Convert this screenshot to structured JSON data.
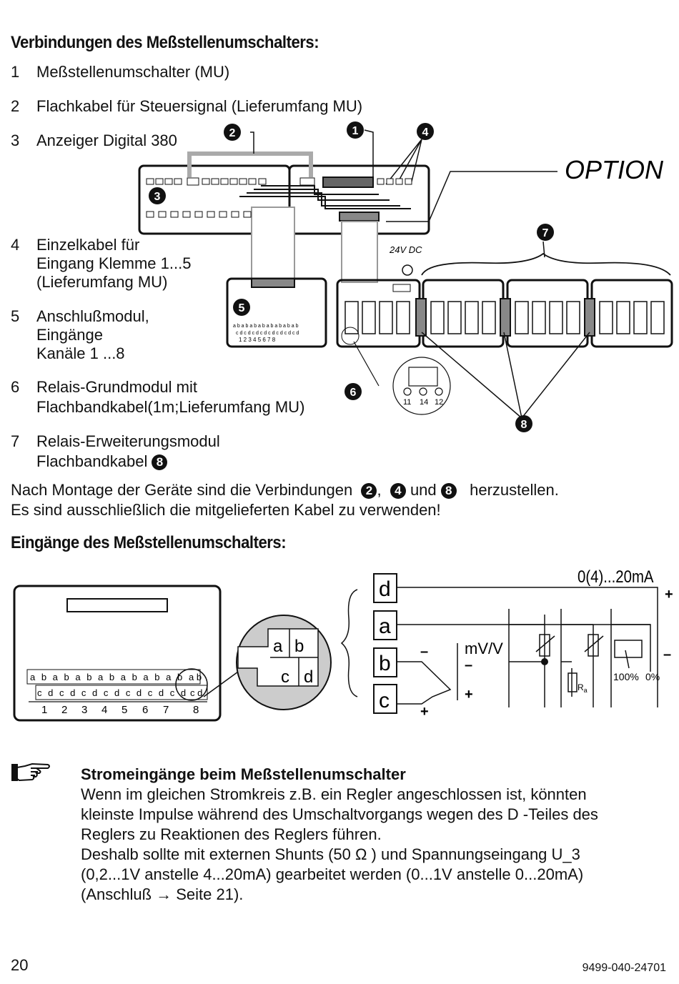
{
  "section1": {
    "heading": "Verbindungen des Meßstellenumschalters:",
    "items": [
      {
        "num": "1",
        "lines": [
          "Meßstellenumschalter (MU)"
        ]
      },
      {
        "num": "2",
        "lines": [
          "Flachkabel für Steuersignal (Lieferumfang MU)"
        ]
      },
      {
        "num": "3",
        "lines": [
          "Anzeiger Digital 380"
        ]
      },
      {
        "num": "4",
        "lines": [
          "Einzelkabel für",
          "Eingang Klemme 1...5",
          "(Lieferumfang MU)"
        ]
      },
      {
        "num": "5",
        "lines": [
          "Anschlußmodul,",
          "Eingänge",
          "Kanäle 1 ...8"
        ]
      },
      {
        "num": "6",
        "lines": [
          "Relais-Grundmodul mit",
          "Flachbandkabel(1m;Lieferumfang MU)"
        ]
      },
      {
        "num": "7",
        "lines": [
          "Relais-Erweiterungsmodul",
          "Flachbandkabel"
        ]
      }
    ],
    "item7_marker": "8",
    "after": {
      "line1_a": "Nach Montage der Geräte sind die Verbindungen",
      "marker_a": "2",
      "comma": ",",
      "marker_b": "4",
      "und": "und",
      "marker_c": "8",
      "line1_b": "herzustellen.",
      "line2": "Es sind ausschließlich die mitgelieferten Kabel zu verwenden!"
    }
  },
  "diagram1": {
    "option_label": "OPTION",
    "supply_label": "24V DC",
    "markers": {
      "m1": "1",
      "m2": "2",
      "m3": "3",
      "m4": "4",
      "m5": "5",
      "m6": "6",
      "m7": "7",
      "m8": "8"
    },
    "relay_terminals": [
      "11",
      "14",
      "12"
    ],
    "module_row_ab": "a b a b a b a b a b a b a b  a b",
    "module_row_cd": "c d c d c d c d c d c d c d  c d",
    "module_row_nums": "1 2 3 4 5 6 7 8"
  },
  "section2": {
    "heading": "Eingänge des Meßstellenumschalters:"
  },
  "diagram2": {
    "row_ab": [
      "a",
      "b",
      "a",
      "b",
      "a",
      "b",
      "a",
      "b",
      "a",
      "b",
      "a",
      "b",
      "a",
      "b"
    ],
    "row_cd": [
      "c",
      "d",
      "c",
      "d",
      "c",
      "d",
      "c",
      "d",
      "c",
      "d",
      "c",
      "d",
      "c",
      "d"
    ],
    "ch8_ab": [
      "a",
      "b"
    ],
    "ch8_cd": [
      "c",
      "d"
    ],
    "channels": [
      "1",
      "2",
      "3",
      "4",
      "5",
      "6",
      "7",
      "8"
    ],
    "zoom": {
      "a": "a",
      "b": "b",
      "c": "c",
      "d": "d"
    },
    "terminals": [
      "d",
      "a",
      "b",
      "c"
    ],
    "current_label": "0(4)...20mA",
    "mv_label": "mV/V",
    "ra_label": "R",
    "ra_sub": "a",
    "pot_100": "100%",
    "pot_0": "0%",
    "plus": "+",
    "minus": "–"
  },
  "note": {
    "title": "Stromeingänge beim Meßstellenumschalter",
    "lines": [
      "Wenn im gleichen Stromkreis z.B. ein Regler angeschlossen ist,  könnten",
      "kleinste Impulse  während des Umschaltvorgangs  wegen des D -Teiles des",
      "Reglers zu Reaktionen des Reglers führen.",
      "Deshalb sollte mit externen Shunts (50 Ω ) und Spannungseingang U_3",
      "(0,2...1V anstelle 4...20mA) gearbeitet werden (0...1V anstelle 0...20mA)",
      "(Anschluß → Seite 21)."
    ]
  },
  "footer": {
    "page": "20",
    "doc_id": "9499-040-24701"
  }
}
